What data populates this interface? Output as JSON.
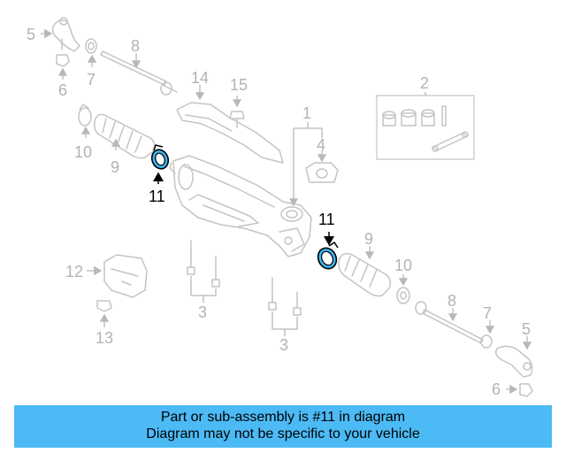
{
  "callouts": {
    "c1": "1",
    "c2": "2",
    "c3a": "3",
    "c3b": "3",
    "c4": "4",
    "c5a": "5",
    "c5b": "5",
    "c6a": "6",
    "c6b": "6",
    "c7a": "7",
    "c7b": "7",
    "c8a": "8",
    "c8b": "8",
    "c9a": "9",
    "c9b": "9",
    "c10a": "10",
    "c10b": "10",
    "c11a": "11",
    "c11b": "11",
    "c12": "12",
    "c13": "13",
    "c14": "14",
    "c15": "15"
  },
  "highlight_color": "#3fb4ef",
  "banner": {
    "line1": "Part or sub-assembly is #11 in diagram",
    "line2": "Diagram may not be specific to your vehicle",
    "color": "#4cbaf5"
  }
}
